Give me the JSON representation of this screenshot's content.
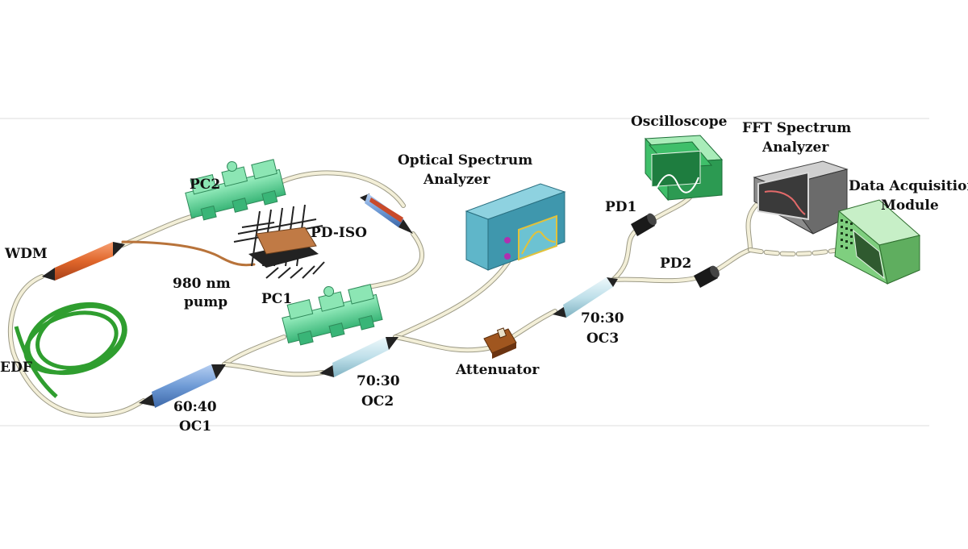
{
  "labels": {
    "wdm": "WDM",
    "edf": "EDF",
    "pc2": "PC2",
    "pd_iso": "PD-ISO",
    "pump_line1": "980 nm",
    "pump_line2": "pump",
    "pc1": "PC1",
    "oc1_ratio": "60:40",
    "oc1_name": "OC1",
    "oc2_ratio": "70:30",
    "oc2_name": "OC2",
    "osa_line1": "Optical Spectrum",
    "osa_line2": "Analyzer",
    "attenuator": "Attenuator",
    "oc3_ratio": "70:30",
    "oc3_name": "OC3",
    "pd1": "PD1",
    "pd2": "PD2",
    "oscilloscope": "Oscilloscope",
    "fft_line1": "FFT Spectrum",
    "fft_line2": "Analyzer",
    "daq_line1": "Data Acquisition",
    "daq_line2": "Module"
  },
  "colors": {
    "fiber": "#f3efd8",
    "fiber_edge": "#9c9a86",
    "edf": "#2f9e2f",
    "wdm": "#e0662a",
    "pump_fiber": "#b8733a",
    "pc": "#5fd69a",
    "pd_iso": "#c07a45",
    "oc1": "#6f9bd6",
    "oc_light": "#bfe0ea",
    "osa": "#5fb6c9",
    "oscilloscope": "#3fbf6a",
    "fft": "#8c8c8c",
    "daq": "#7fcf7f",
    "attenuator": "#a0561f"
  }
}
